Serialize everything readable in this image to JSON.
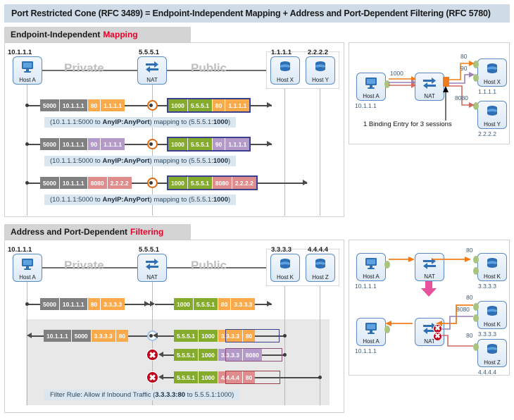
{
  "title": "Port Restricted Cone (RFC 3489) = Endpoint-Independent Mapping + Address and Port-Dependent Filtering (RFC 5780)",
  "sections": {
    "top": {
      "label": "Endpoint-Independent ",
      "highlight": "Mapping"
    },
    "bottom": {
      "label": "Address and Port-Dependent ",
      "highlight": "Filtering"
    }
  },
  "common": {
    "private": "Private",
    "public": "Public",
    "nat_label": "NAT",
    "nat_ip": "5.5.5.1",
    "hostA_label": "Host A",
    "hostA_ip": "10.1.1.1"
  },
  "top_panel": {
    "hosts": [
      {
        "ip": "1.1.1.1",
        "label": "Host X"
      },
      {
        "ip": "2.2.2.2",
        "label": "Host Y"
      }
    ],
    "rows": [
      {
        "inside": [
          {
            "text": "5000",
            "color": "grey"
          },
          {
            "text": "10.1.1.1",
            "color": "grey"
          },
          {
            "text": "80",
            "color": "orange"
          },
          {
            "text": "1.1.1.1",
            "color": "orange"
          }
        ],
        "outside": [
          {
            "text": "1000",
            "color": "green"
          },
          {
            "text": "5.5.5.1",
            "color": "green"
          },
          {
            "text": "80",
            "color": "orange"
          },
          {
            "text": "1.1.1.1",
            "color": "orange"
          }
        ],
        "caption_pre": "(10.1.1.1:5000 to ",
        "caption_bold1": "AnyIP:AnyPort",
        "caption_mid": ") mapping to (5.5.5.1:",
        "caption_bold2": "1000",
        "caption_post": ")"
      },
      {
        "inside": [
          {
            "text": "5000",
            "color": "grey"
          },
          {
            "text": "10.1.1.1",
            "color": "grey"
          },
          {
            "text": "90",
            "color": "purple"
          },
          {
            "text": "1.1.1.1",
            "color": "purple"
          }
        ],
        "outside": [
          {
            "text": "1000",
            "color": "green"
          },
          {
            "text": "5.5.5.1",
            "color": "green"
          },
          {
            "text": "90",
            "color": "purple"
          },
          {
            "text": "1.1.1.1",
            "color": "purple"
          }
        ],
        "caption_pre": "(10.1.1.1:5000 to ",
        "caption_bold1": "AnyIP:AnyPort",
        "caption_mid": ") mapping to (5.5.5.1:",
        "caption_bold2": "1000",
        "caption_post": ")"
      },
      {
        "inside": [
          {
            "text": "5000",
            "color": "grey"
          },
          {
            "text": "10.1.1.1",
            "color": "grey"
          },
          {
            "text": "8080",
            "color": "red"
          },
          {
            "text": "2.2.2.2",
            "color": "red"
          }
        ],
        "outside": [
          {
            "text": "1000",
            "color": "green"
          },
          {
            "text": "5.5.5.1",
            "color": "green"
          },
          {
            "text": "8080",
            "color": "red"
          },
          {
            "text": "2.2.2.2",
            "color": "red"
          }
        ],
        "caption_pre": "(10.1.1.1:5000 to ",
        "caption_bold1": "AnyIP:AnyPort",
        "caption_mid": ") mapping to (5.5.5.1:",
        "caption_bold2": "1000",
        "caption_post": ")"
      }
    ]
  },
  "bottom_panel": {
    "hosts": [
      {
        "ip": "3.3.3.3",
        "label": "Host K"
      },
      {
        "ip": "4.4.4.4",
        "label": "Host Z"
      }
    ],
    "outbound_row": {
      "inside": [
        {
          "text": "5000",
          "color": "grey"
        },
        {
          "text": "10.1.1.1",
          "color": "grey"
        },
        {
          "text": "80",
          "color": "orange"
        },
        {
          "text": "3.3.3.3",
          "color": "orange"
        }
      ],
      "outside": [
        {
          "text": "1000",
          "color": "green"
        },
        {
          "text": "5.5.5.1",
          "color": "green"
        },
        {
          "text": "80",
          "color": "orange"
        },
        {
          "text": "3.3.3.3",
          "color": "orange"
        }
      ]
    },
    "inbound_rows": [
      {
        "allowed": true,
        "inside": [
          {
            "text": "10.1.1.1",
            "color": "grey"
          },
          {
            "text": "5000",
            "color": "grey"
          },
          {
            "text": "3.3.3.3",
            "color": "orange"
          },
          {
            "text": "80",
            "color": "orange"
          }
        ],
        "outside": [
          {
            "text": "5.5.5.1",
            "color": "green"
          },
          {
            "text": "1000",
            "color": "green"
          },
          {
            "text": "3.3.3.3",
            "color": "orange"
          },
          {
            "text": "80",
            "color": "orange"
          }
        ]
      },
      {
        "allowed": false,
        "inside": [],
        "outside": [
          {
            "text": "5.5.5.1",
            "color": "green"
          },
          {
            "text": "1000",
            "color": "green"
          },
          {
            "text": "3.3.3.3",
            "color": "purple"
          },
          {
            "text": "8080",
            "color": "purple"
          }
        ]
      },
      {
        "allowed": false,
        "inside": [],
        "outside": [
          {
            "text": "5.5.5.1",
            "color": "green"
          },
          {
            "text": "1000",
            "color": "green"
          },
          {
            "text": "4.4.4.4",
            "color": "red"
          },
          {
            "text": "80",
            "color": "red"
          }
        ]
      }
    ],
    "filter_rule_pre": "Filter Rule: Allow if Inbound Traffic (",
    "filter_rule_bold": "3.3.3.3:80",
    "filter_rule_post": " to 5.5.5.1:1000)"
  },
  "top_right": {
    "hostA_label": "Host A",
    "hostA_ip": "10.1.1.1",
    "nat_label": "NAT",
    "mapped_port": "1000",
    "hostX_label": "Host X",
    "hostX_ip": "1.1.1.1",
    "hostY_label": "Host Y",
    "hostY_ip": "2.2.2.2",
    "port_80": "80",
    "port_90": "90",
    "port_8080": "8080",
    "note": "1 Binding Entry for 3 sessions"
  },
  "bottom_right": {
    "hostA_label": "Host A",
    "hostA_ip": "10.1.1.1",
    "nat_label": "NAT",
    "hostK_label": "Host K",
    "hostK_ip": "3.3.3.3",
    "hostZ_label": "Host Z",
    "hostZ_ip": "4.4.4.4",
    "port_80": "80",
    "port_80b": "80",
    "port_8080": "8080",
    "port_80c": "80"
  },
  "colors": {
    "title_bg": "#cfdce7",
    "section_bg": "#d4d4d4",
    "highlight": "#e8002a",
    "grey_field": "#808080",
    "orange_field": "#fbaa4b",
    "green_field": "#84ab2b",
    "purple_field": "#b39ac8",
    "red_field": "#e08c8c",
    "binding_orange": "#e06a10",
    "deny_red": "#c00018",
    "arrow_orange": "#ef7c1b",
    "arrow_purple": "#9a7fb5",
    "arrow_red": "#d06a5e",
    "pink_arrow": "#e8519e"
  }
}
